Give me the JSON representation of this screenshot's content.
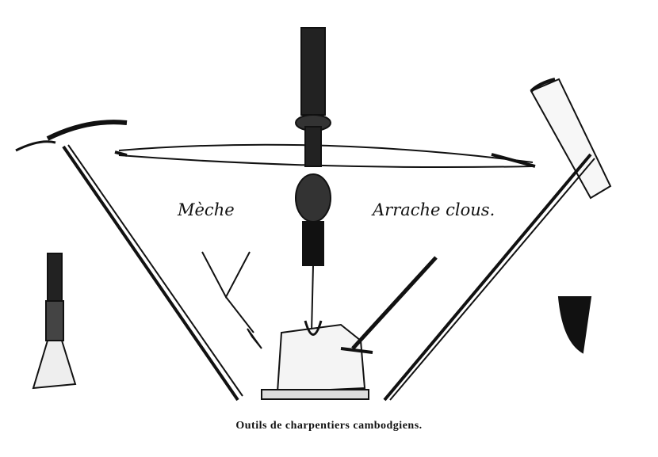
{
  "labels": {
    "left": "Mèche",
    "right": "Arrache clous."
  },
  "caption": "Outils de charpentiers cambodgiens.",
  "colors": {
    "ink": "#111111",
    "paper": "#ffffff"
  }
}
